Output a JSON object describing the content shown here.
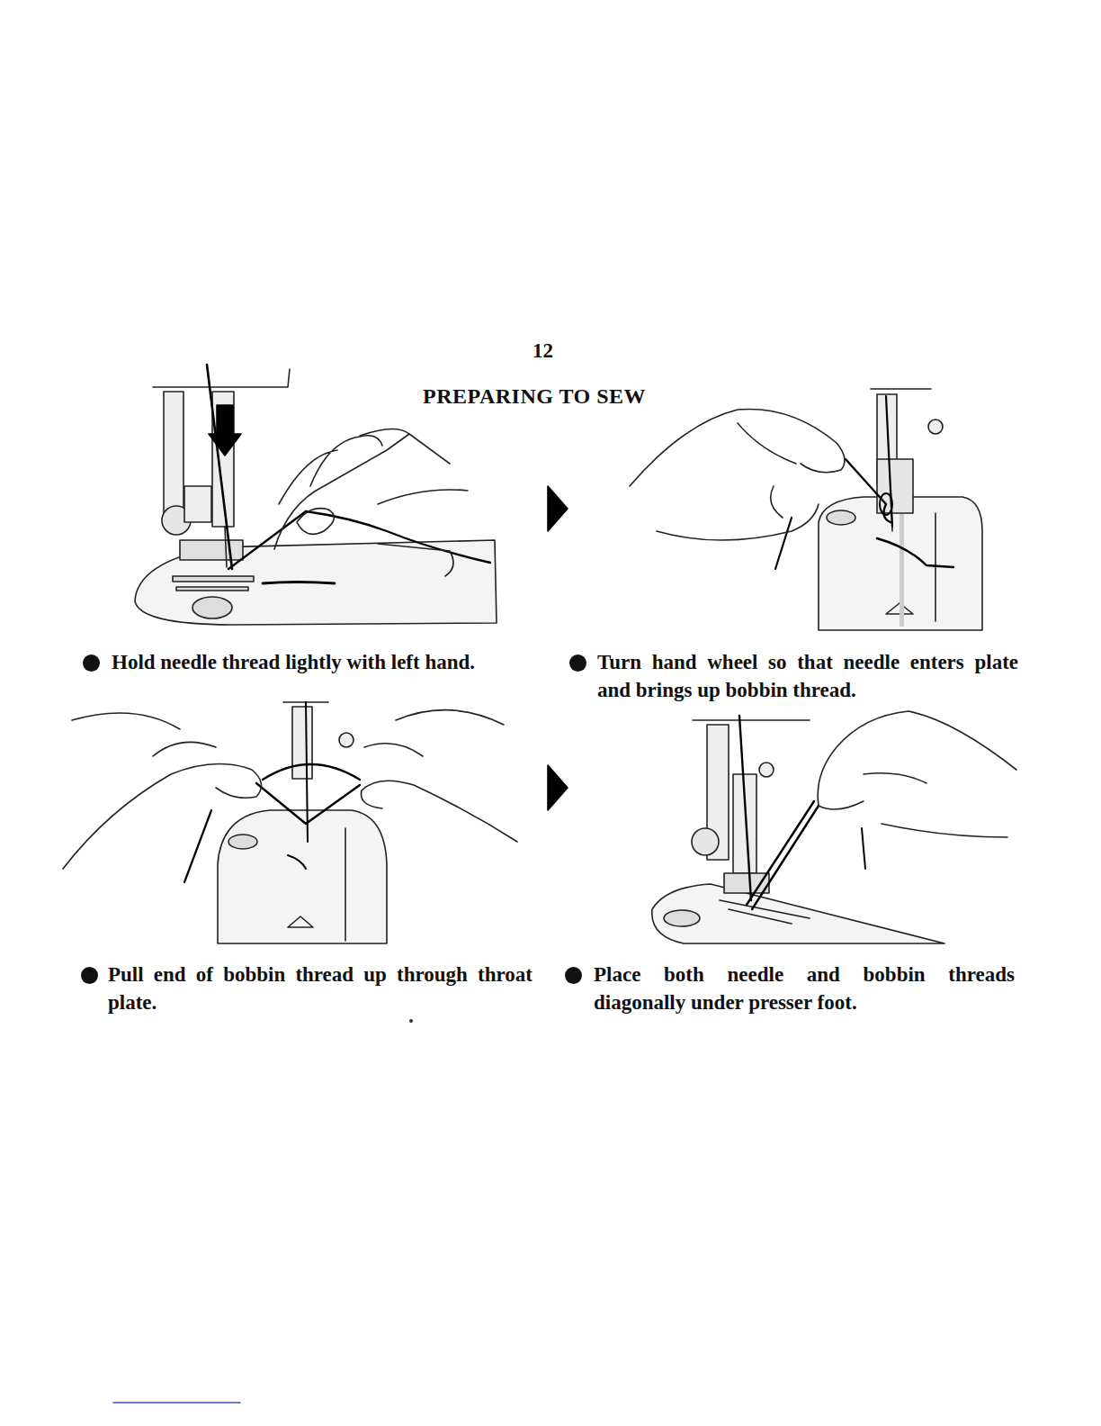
{
  "diagram": {
    "title": "PREPARING TO SEW",
    "labels": [
      "12",
      "Hold needle thread lightly with left hand.",
      "Turn hand wheel so that needle enters plate and brings up bobbin thread.",
      "Pull end of bobbin thread up through throat plate.",
      "Place both needle and bobbin threads diagonally under presser foot."
    ]
  }
}
